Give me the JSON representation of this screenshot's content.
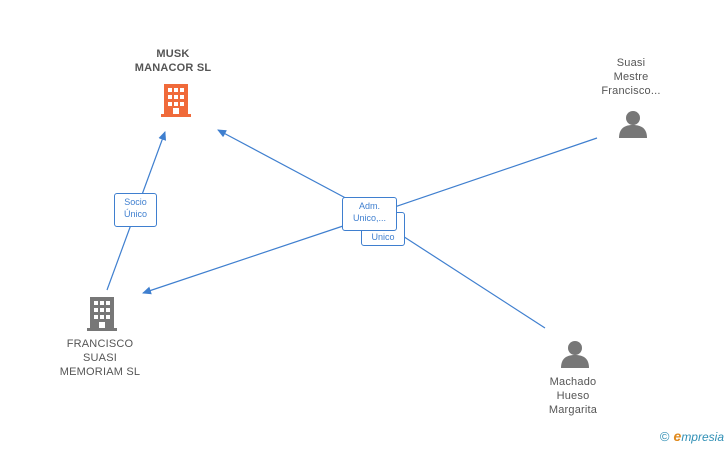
{
  "colors": {
    "edge": "#3f7fcf",
    "main_company_icon": "#f06a3a",
    "company_icon": "#777777",
    "person_icon": "#777777",
    "brand_blue": "#2f8fb5",
    "brand_orange": "#e08a1e"
  },
  "nodes": {
    "musk_manacor": {
      "lines": [
        "MUSK",
        "MANACOR  SL"
      ],
      "icon": "building-icon"
    },
    "francisco_suasi": {
      "lines": [
        "FRANCISCO",
        "SUASI",
        "MEMORIAM  SL"
      ],
      "icon": "building-icon"
    },
    "suasi_mestre": {
      "lines": [
        "Suasi",
        "Mestre",
        "Francisco..."
      ],
      "icon": "person-icon"
    },
    "machado_hueso": {
      "lines": [
        "Machado",
        "Hueso",
        "Margarita"
      ],
      "icon": "person-icon"
    }
  },
  "edge_labels": {
    "socio_unico": [
      "Socio",
      "Único"
    ],
    "adm_unico": [
      "Adm.",
      "Unico,..."
    ],
    "unico_back": [
      "Unico"
    ]
  },
  "footer": {
    "copyright_symbol": "©",
    "brand_initial": "e",
    "brand_rest": "mpresia"
  }
}
